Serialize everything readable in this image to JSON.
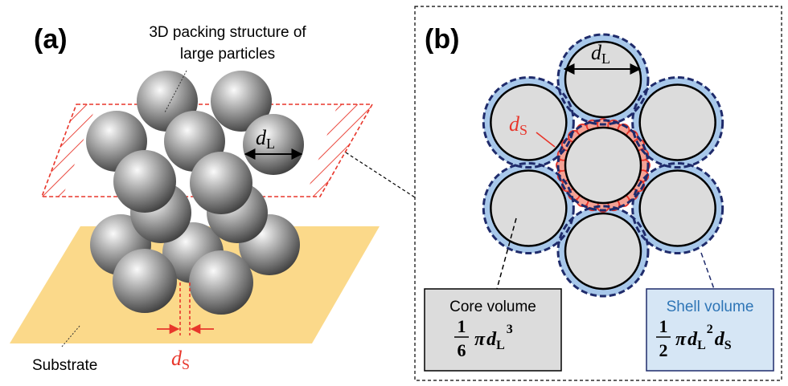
{
  "panel_a": {
    "label": "(a)",
    "packing_caption_line1": "3D packing structure of",
    "packing_caption_line2": "large particles",
    "dL_symbol": "d",
    "dL_subscript": "L",
    "dS_symbol": "d",
    "dS_subscript": "S",
    "substrate_label": "Substrate"
  },
  "panel_b": {
    "label": "(b)",
    "dL_symbol": "d",
    "dL_subscript": "L",
    "dS_symbol": "d",
    "dS_subscript": "S",
    "core_box": {
      "title": "Core volume",
      "num": "1",
      "den": "6",
      "pi": "π",
      "var": "d",
      "sub": "L",
      "exp": "3"
    },
    "shell_box": {
      "title": "Shell volume",
      "num": "1",
      "den": "2",
      "pi": "π",
      "var1": "d",
      "sub1": "L",
      "exp": "2",
      "var2": "d",
      "sub2": "S"
    }
  },
  "colors": {
    "red": "#e8362b",
    "navy": "#1f2b6b",
    "shell_fill": "#a8c8ea",
    "core_fill": "#dcdcdc",
    "substrate": "#fbd98a",
    "shell_title": "#2e75b6"
  }
}
